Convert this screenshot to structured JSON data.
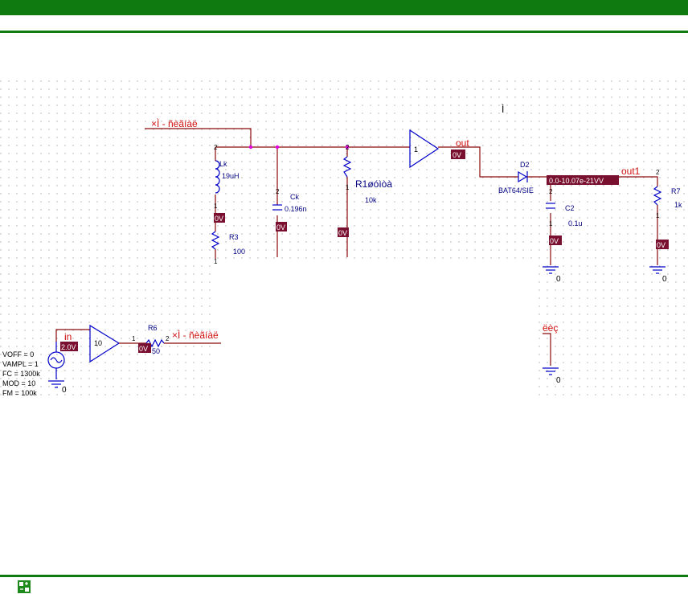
{
  "colors": {
    "bar": "#0f7a0f",
    "wire": "#8b0a0a",
    "component": "#0000c8",
    "marker": "#7a1030"
  },
  "title_mark": "Ì",
  "labels": {
    "net_top": "×Ì - ñèãíàë",
    "net_bottom": "×Ì - ñèãíàë",
    "out": "out",
    "out1": "out1",
    "in": "in",
    "io": "ëèç"
  },
  "components": {
    "Lk": {
      "name": "Lk",
      "value": "19uH"
    },
    "R3": {
      "name": "R3",
      "value": "100"
    },
    "Ck": {
      "name": "Ck",
      "value": "0.196n"
    },
    "R1": {
      "name": "R1øóìòà",
      "value": "10k"
    },
    "D2": {
      "name": "D2",
      "value": "BAT64/SIE"
    },
    "C2": {
      "name": "C2",
      "value": "0.1u"
    },
    "R7": {
      "name": "R7",
      "value": "1k"
    },
    "R6": {
      "name": "R6",
      "value": "50"
    },
    "amp1": {
      "gain": "1"
    },
    "amp10": {
      "gain": "10"
    }
  },
  "source_params": [
    "VOFF = 0",
    "VAMPL = 1",
    "FC = 1300k",
    "MOD = 10",
    "FM = 100k"
  ],
  "pins": {
    "p1": "1",
    "p2": "2"
  },
  "grounds": {
    "g": "0"
  },
  "voltage_markers": {
    "zero": "0V",
    "v20": "2.0V",
    "c0": "0V",
    "long": "0.0-10.07e-21VV"
  }
}
